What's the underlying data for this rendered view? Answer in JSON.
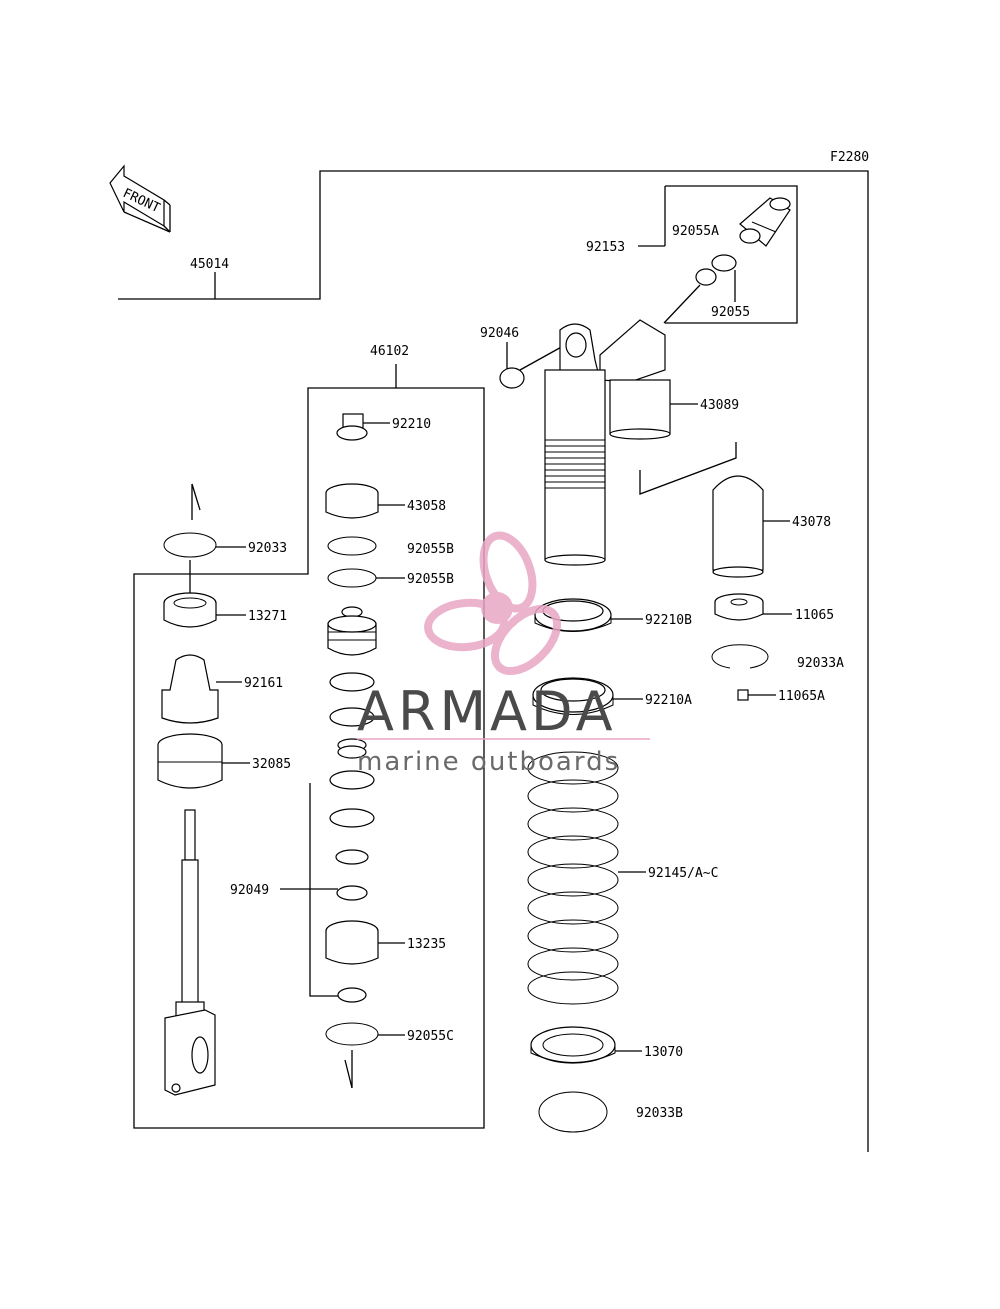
{
  "figure_code": "F2280",
  "front_label": "FRONT",
  "labels": {
    "p45014": "45014",
    "p46102": "46102",
    "p92153": "92153",
    "p92055A": "92055A",
    "p92055": "92055",
    "p92046": "92046",
    "p43089": "43089",
    "p43078": "43078",
    "p92210": "92210",
    "p43058": "43058",
    "p92055B_1": "92055B",
    "p92055B_2": "92055B",
    "p92033": "92033",
    "p13271": "13271",
    "p92161": "92161",
    "p32085": "32085",
    "p92049": "92049",
    "p13235": "13235",
    "p92055C": "92055C",
    "p92210B": "92210B",
    "p11065": "11065",
    "p92033A": "92033A",
    "p92210A": "92210A",
    "p11065A": "11065A",
    "p92145": "92145/A~C",
    "p13070": "13070",
    "p92033B": "92033B"
  },
  "watermark": {
    "brand": "ARMADA",
    "tagline": "marine outboards",
    "brand_color": "#e8a6c4"
  }
}
